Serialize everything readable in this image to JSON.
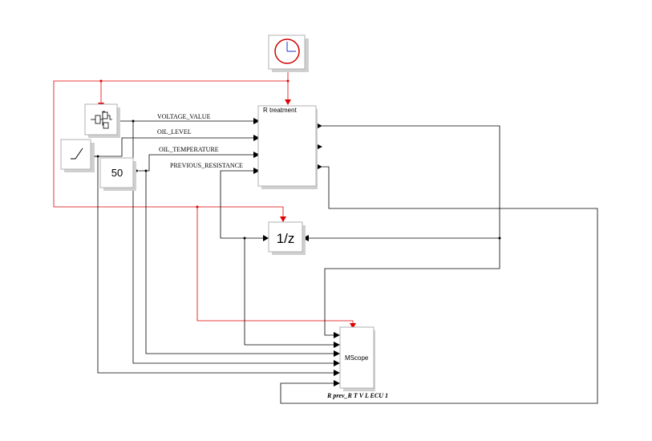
{
  "blocks": {
    "rtreatment": {
      "label": "R treatment"
    },
    "delay": {
      "label": "1/z"
    },
    "constant": {
      "label": "50"
    },
    "mscope": {
      "label": "MScope",
      "caption": "R prev_R T V L ECU 1"
    }
  },
  "signals": {
    "voltage": "VOLTAGE_VALUE",
    "oil_level": "OIL_LEVEL",
    "oil_temp": "OIL_TEMPERATURE",
    "prev_res": "PREVIOUS_RESISTANCE"
  },
  "colors": {
    "event": "#e00000",
    "wire": "#000000",
    "clock": "#d00000"
  },
  "icons": [
    "clock-icon",
    "sample-hold-icon",
    "ramp-icon"
  ]
}
